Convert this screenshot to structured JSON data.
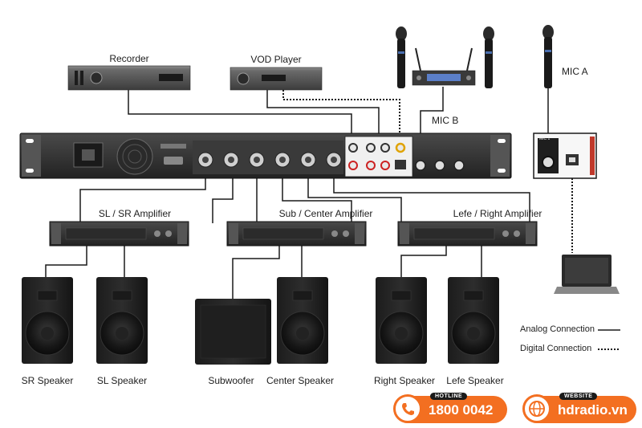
{
  "devices": {
    "recorder": "Recorder",
    "vod_player": "VOD Player",
    "mic_b": "MIC B",
    "mic_a": "MIC A",
    "mic_a_port": "MIC 1"
  },
  "amplifiers": {
    "sl_sr": "SL / SR Amplifier",
    "sub_center": "Sub / Center Amplifier",
    "left_right": "Lefe / Right Amplifier"
  },
  "speakers": {
    "sr": "SR Speaker",
    "sl": "SL Speaker",
    "sub": "Subwoofer",
    "center": "Center Speaker",
    "right": "Right Speaker",
    "left": "Lefe Speaker"
  },
  "legend": {
    "analog": "Analog Connection",
    "digital": "Digital Connection"
  },
  "contact": {
    "hotline_tag": "HOTLINE",
    "hotline": "1800 0042",
    "website_tag": "WEBSITE",
    "website": "hdradio.vn"
  },
  "colors": {
    "accent": "#f36f21",
    "device": "#3a3a3a",
    "wire": "#1a1a1a"
  }
}
